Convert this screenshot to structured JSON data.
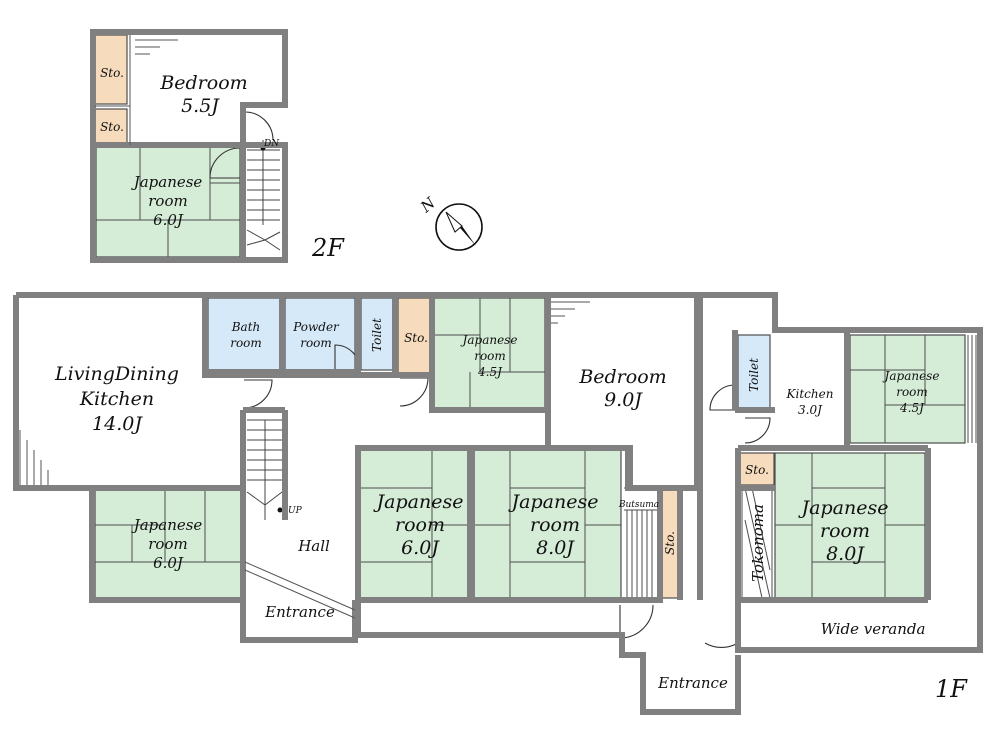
{
  "floors": {
    "second": {
      "label": "2F"
    },
    "first": {
      "label": "1F"
    }
  },
  "compass": {
    "letter": "N",
    "icon": "north-arrow-icon"
  },
  "stairs": {
    "down_label": "DN",
    "up_label": "UP"
  },
  "rooms_2f": {
    "bedroom": {
      "name": "Bedroom",
      "size": "5.5J"
    },
    "storage_a": {
      "name": "Sto."
    },
    "storage_b": {
      "name": "Sto."
    },
    "japanese": {
      "line1": "Japanese",
      "line2": "room",
      "size": "6.0J"
    }
  },
  "rooms_1f": {
    "ldk": {
      "line1": "LivingDining",
      "line2": "Kitchen",
      "size": "14.0J"
    },
    "bath": {
      "line1": "Bath",
      "line2": "room"
    },
    "powder": {
      "line1": "Powder",
      "line2": "room"
    },
    "toilet_a": {
      "name": "Toilet"
    },
    "storage_c": {
      "name": "Sto."
    },
    "japanese_45a": {
      "line1": "Japanese",
      "line2": "room",
      "size": "4.5J"
    },
    "bedroom": {
      "name": "Bedroom",
      "size": "9.0J"
    },
    "toilet_b": {
      "name": "Toilet"
    },
    "kitchen": {
      "name": "Kitchen",
      "size": "3.0J"
    },
    "japanese_45b": {
      "line1": "Japanese",
      "line2": "room",
      "size": "4.5J"
    },
    "japanese_6a": {
      "line1": "Japanese",
      "line2": "room",
      "size": "6.0J"
    },
    "hall": {
      "name": "Hall"
    },
    "entrance_a": {
      "name": "Entrance"
    },
    "japanese_6b": {
      "line1": "Japanese",
      "line2": "room",
      "size": "6.0J"
    },
    "japanese_8a": {
      "line1": "Japanese",
      "line2": "room",
      "size": "8.0J"
    },
    "butsuma": {
      "name": "Butsuma"
    },
    "storage_d": {
      "name": "Sto."
    },
    "storage_e": {
      "name": "Sto."
    },
    "tokonoma": {
      "name": "Tokonoma"
    },
    "japanese_8b": {
      "line1": "Japanese",
      "line2": "room",
      "size": "8.0J"
    },
    "veranda": {
      "name": "Wide veranda"
    },
    "entrance_b": {
      "name": "Entrance"
    }
  },
  "colors": {
    "tatami": "#d5ecd7",
    "wet_area": "#d6e9f8",
    "storage": "#f6dcbd",
    "wall": "#808080"
  }
}
